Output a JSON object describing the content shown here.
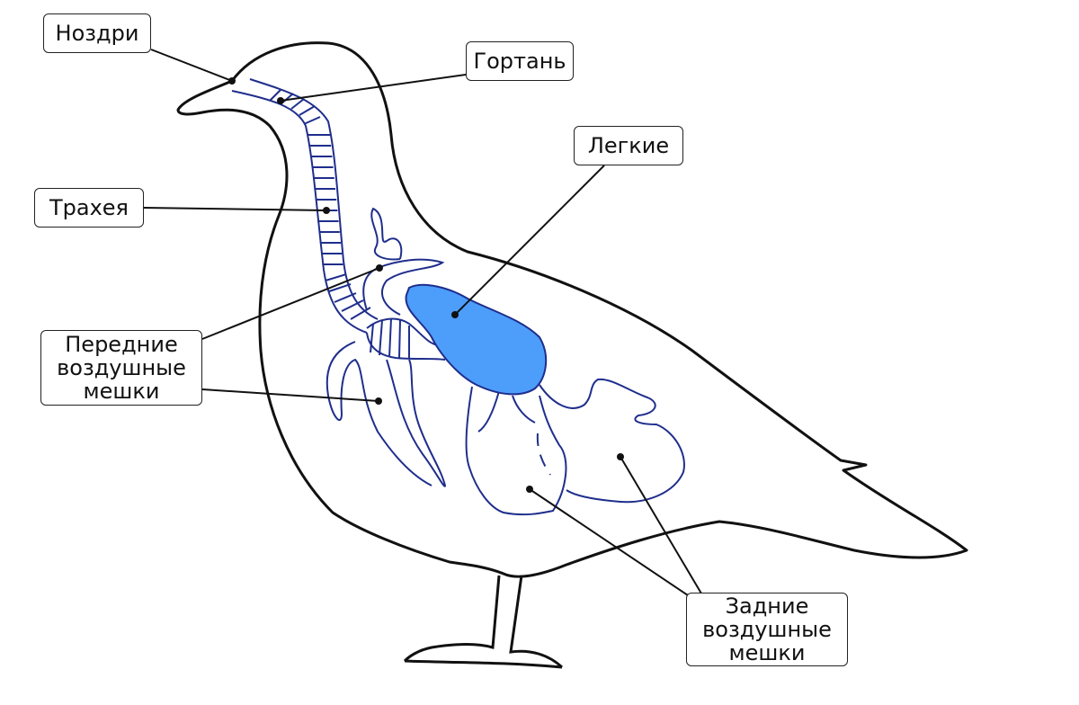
{
  "labels": {
    "nostrils": "Ноздри",
    "larynx": "Гортань",
    "lungs": "Легкие",
    "trachea": "Трахея",
    "anterior_air_sacs": "Передние\nвоздушные\nмешки",
    "posterior_air_sacs": "Задние\nвоздушные\nмешки"
  },
  "colors": {
    "outline": "#111111",
    "airway": "#1f2e8c",
    "lungs_fill": "#4d9dfb"
  }
}
